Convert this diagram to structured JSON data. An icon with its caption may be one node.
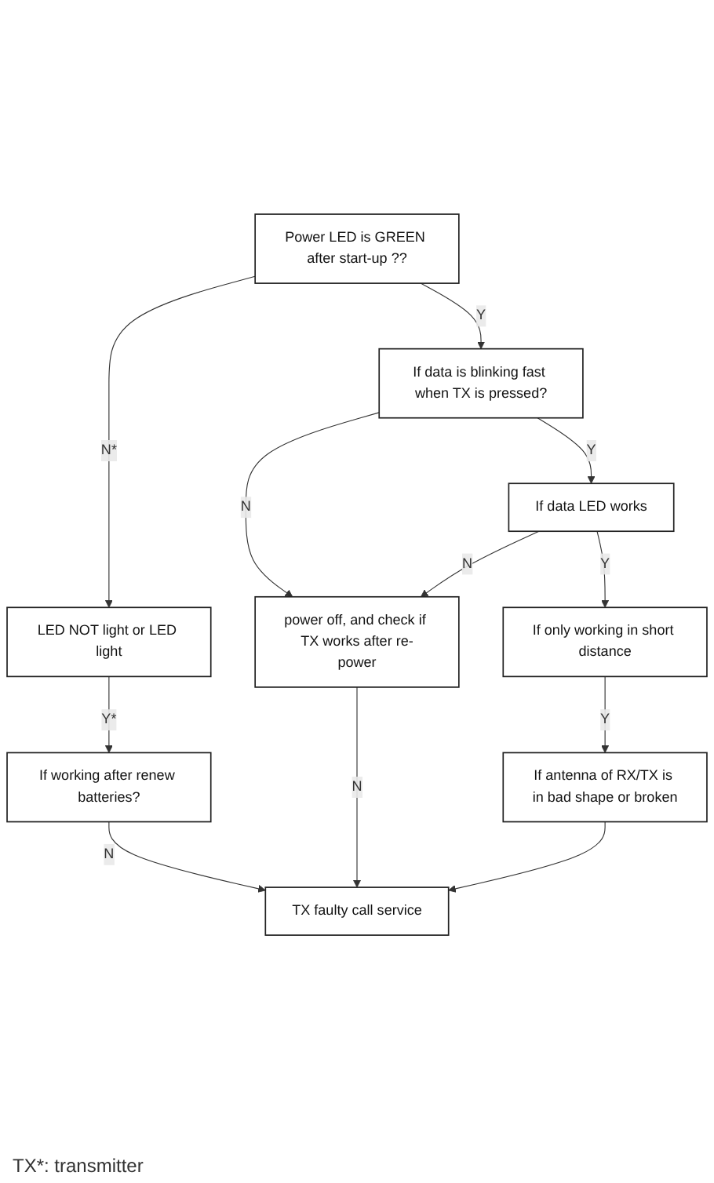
{
  "diagram": {
    "nodes": [
      {
        "text": [
          "Power LED is GREEN after start-up ??"
        ]
      },
      {
        "text": [
          "LED NOT light or LED light"
        ]
      },
      {
        "text": [
          "If working after renew batteries?"
        ]
      },
      {
        "text": [
          "If data is blinking fast when TX is pressed?"
        ]
      },
      {
        "text": [
          "power off, and check if TX works after re-power"
        ]
      },
      {
        "text": [
          "TX faulty call service"
        ]
      },
      {
        "text": [
          "If data LED works"
        ]
      },
      {
        "text": [
          "If only working in short distance"
        ]
      },
      {
        "text": [
          "If antenna of RX/TX is in bad shape or broken"
        ]
      }
    ],
    "edges": [
      {
        "from": 0,
        "to": 3,
        "arrow": "to",
        "label": "Y"
      },
      {
        "from": 0,
        "to": 1,
        "arrow": "to",
        "label": "N*"
      },
      {
        "from": 1,
        "to": 2,
        "arrow": "to",
        "label": "Y*"
      },
      {
        "from": 2,
        "to": 5,
        "arrow": "to",
        "label": "N"
      },
      {
        "from": 3,
        "to": 6,
        "arrow": "to",
        "label": "Y"
      },
      {
        "from": 3,
        "to": 4,
        "arrow": "to",
        "label": "N"
      },
      {
        "from": 4,
        "to": 5,
        "arrow": "to",
        "label": "N"
      },
      {
        "from": 6,
        "to": 4,
        "arrow": "to",
        "label": "N"
      },
      {
        "from": 6,
        "to": 7,
        "arrow": "to",
        "label": "Y"
      },
      {
        "from": 7,
        "to": 8,
        "arrow": "to",
        "label": "Y"
      },
      {
        "from": 8,
        "to": 5,
        "arrow": "to"
      }
    ],
    "labels": [
      "TX*: transmitter"
    ]
  }
}
